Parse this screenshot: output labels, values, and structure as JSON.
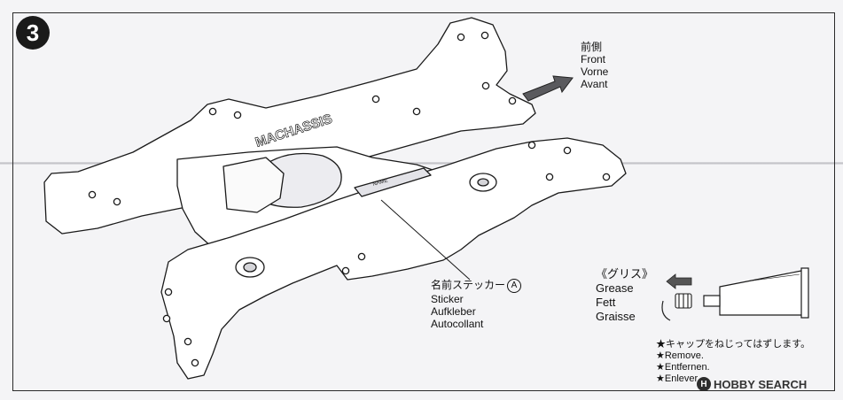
{
  "step": {
    "number": "3"
  },
  "front": {
    "lines": [
      "前側",
      "Front",
      "Vorne",
      "Avant"
    ]
  },
  "chassis_logo": "MACHASSIS",
  "name_tag": "NAME",
  "sticker": {
    "jp": "名前ステッカー",
    "mark": "A",
    "lines": [
      "Sticker",
      "Aufkleber",
      "Autocollant"
    ]
  },
  "grease": {
    "jp": "《グリス》",
    "lines": [
      "Grease",
      "Fett",
      "Graisse"
    ]
  },
  "remove": {
    "jp": "★キャップをねじってはずします。",
    "lines": [
      "★Remove.",
      "★Entfernen.",
      "★Enlever."
    ]
  },
  "watermark": {
    "icon": "H",
    "text": "HOBBY SEARCH"
  }
}
